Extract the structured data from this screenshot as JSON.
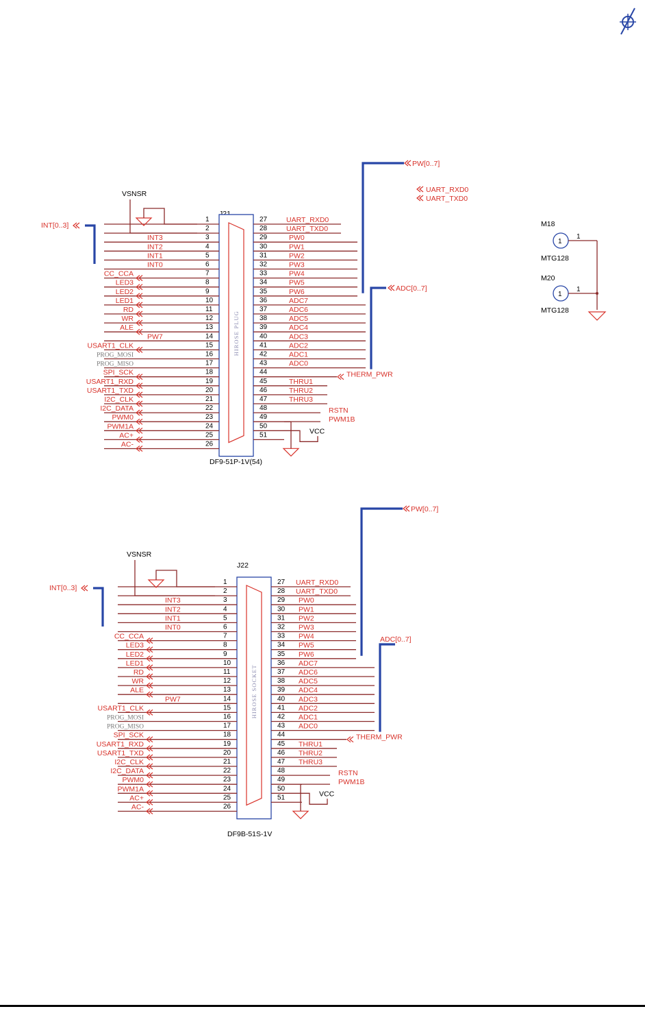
{
  "colors": {
    "wire": "#8b2a2a",
    "bus": "#2846a6",
    "net_label": "#d8322a",
    "text": "#000000"
  },
  "logo_icon": "compass-logo-icon",
  "connectors": [
    {
      "refdes": "J21",
      "part": "DF9-51P-1V(54)",
      "body_text": "HIROSE PLUG",
      "power_label": "VSNSR",
      "left_bus": "INT[0..3]",
      "right_bus_top": "PW[0..7]",
      "right_bus_adc": "ADC[0..7]",
      "uart_ports": [
        "UART_RXD0",
        "UART_TXD0"
      ],
      "therm": "THERM_PWR",
      "rstn": "RSTN",
      "pwm1b": "PWM1B",
      "vcc": "VCC"
    },
    {
      "refdes": "J22",
      "part": "DF9B-51S-1V",
      "body_text": "HIROSE SOCKET",
      "power_label": "VSNSR",
      "left_bus": "INT[0..3]",
      "right_bus_top": "PW[0..7]",
      "right_bus_adc": "ADC[0..7]",
      "uart_ports": [],
      "therm": "THERM_PWR",
      "rstn": "RSTN",
      "pwm1b": "PWM1B",
      "vcc": "VCC"
    }
  ],
  "left_pins": [
    {
      "num": "1",
      "net": ""
    },
    {
      "num": "2",
      "net": ""
    },
    {
      "num": "3",
      "net": "INT3"
    },
    {
      "num": "4",
      "net": "INT2"
    },
    {
      "num": "5",
      "net": "INT1"
    },
    {
      "num": "6",
      "net": "INT0"
    },
    {
      "num": "7",
      "net": "CC_CCA"
    },
    {
      "num": "8",
      "net": "LED3"
    },
    {
      "num": "9",
      "net": "LED2"
    },
    {
      "num": "10",
      "net": "LED1"
    },
    {
      "num": "11",
      "net": "RD"
    },
    {
      "num": "12",
      "net": "WR"
    },
    {
      "num": "13",
      "net": "ALE"
    },
    {
      "num": "14",
      "net": "PW7"
    },
    {
      "num": "15",
      "net": "USART1_CLK"
    },
    {
      "num": "16",
      "net": "PROG_MOSI"
    },
    {
      "num": "17",
      "net": "PROG_MISO"
    },
    {
      "num": "18",
      "net": "SPI_SCK"
    },
    {
      "num": "19",
      "net": "USART1_RXD"
    },
    {
      "num": "20",
      "net": "USART1_TXD"
    },
    {
      "num": "21",
      "net": "I2C_CLK"
    },
    {
      "num": "22",
      "net": "I2C_DATA"
    },
    {
      "num": "23",
      "net": "PWM0"
    },
    {
      "num": "24",
      "net": "PWM1A"
    },
    {
      "num": "25",
      "net": "AC+"
    },
    {
      "num": "26",
      "net": "AC-"
    }
  ],
  "right_pins": [
    {
      "num": "27",
      "net": "UART_RXD0"
    },
    {
      "num": "28",
      "net": "UART_TXD0"
    },
    {
      "num": "29",
      "net": "PW0"
    },
    {
      "num": "30",
      "net": "PW1"
    },
    {
      "num": "31",
      "net": "PW2"
    },
    {
      "num": "32",
      "net": "PW3"
    },
    {
      "num": "33",
      "net": "PW4"
    },
    {
      "num": "34",
      "net": "PW5"
    },
    {
      "num": "35",
      "net": "PW6"
    },
    {
      "num": "36",
      "net": "ADC7"
    },
    {
      "num": "37",
      "net": "ADC6"
    },
    {
      "num": "38",
      "net": "ADC5"
    },
    {
      "num": "39",
      "net": "ADC4"
    },
    {
      "num": "40",
      "net": "ADC3"
    },
    {
      "num": "41",
      "net": "ADC2"
    },
    {
      "num": "42",
      "net": "ADC1"
    },
    {
      "num": "43",
      "net": "ADC0"
    },
    {
      "num": "44",
      "net": ""
    },
    {
      "num": "45",
      "net": "THRU1"
    },
    {
      "num": "46",
      "net": "THRU2"
    },
    {
      "num": "47",
      "net": "THRU3"
    },
    {
      "num": "48",
      "net": ""
    },
    {
      "num": "49",
      "net": ""
    },
    {
      "num": "50",
      "net": ""
    },
    {
      "num": "51",
      "net": ""
    }
  ],
  "mounting": [
    {
      "ref": "M18",
      "pin": "1",
      "part": "MTG128",
      "pin_num": "1"
    },
    {
      "ref": "M20",
      "pin": "1",
      "part": "MTG128",
      "pin_num": "1"
    }
  ]
}
